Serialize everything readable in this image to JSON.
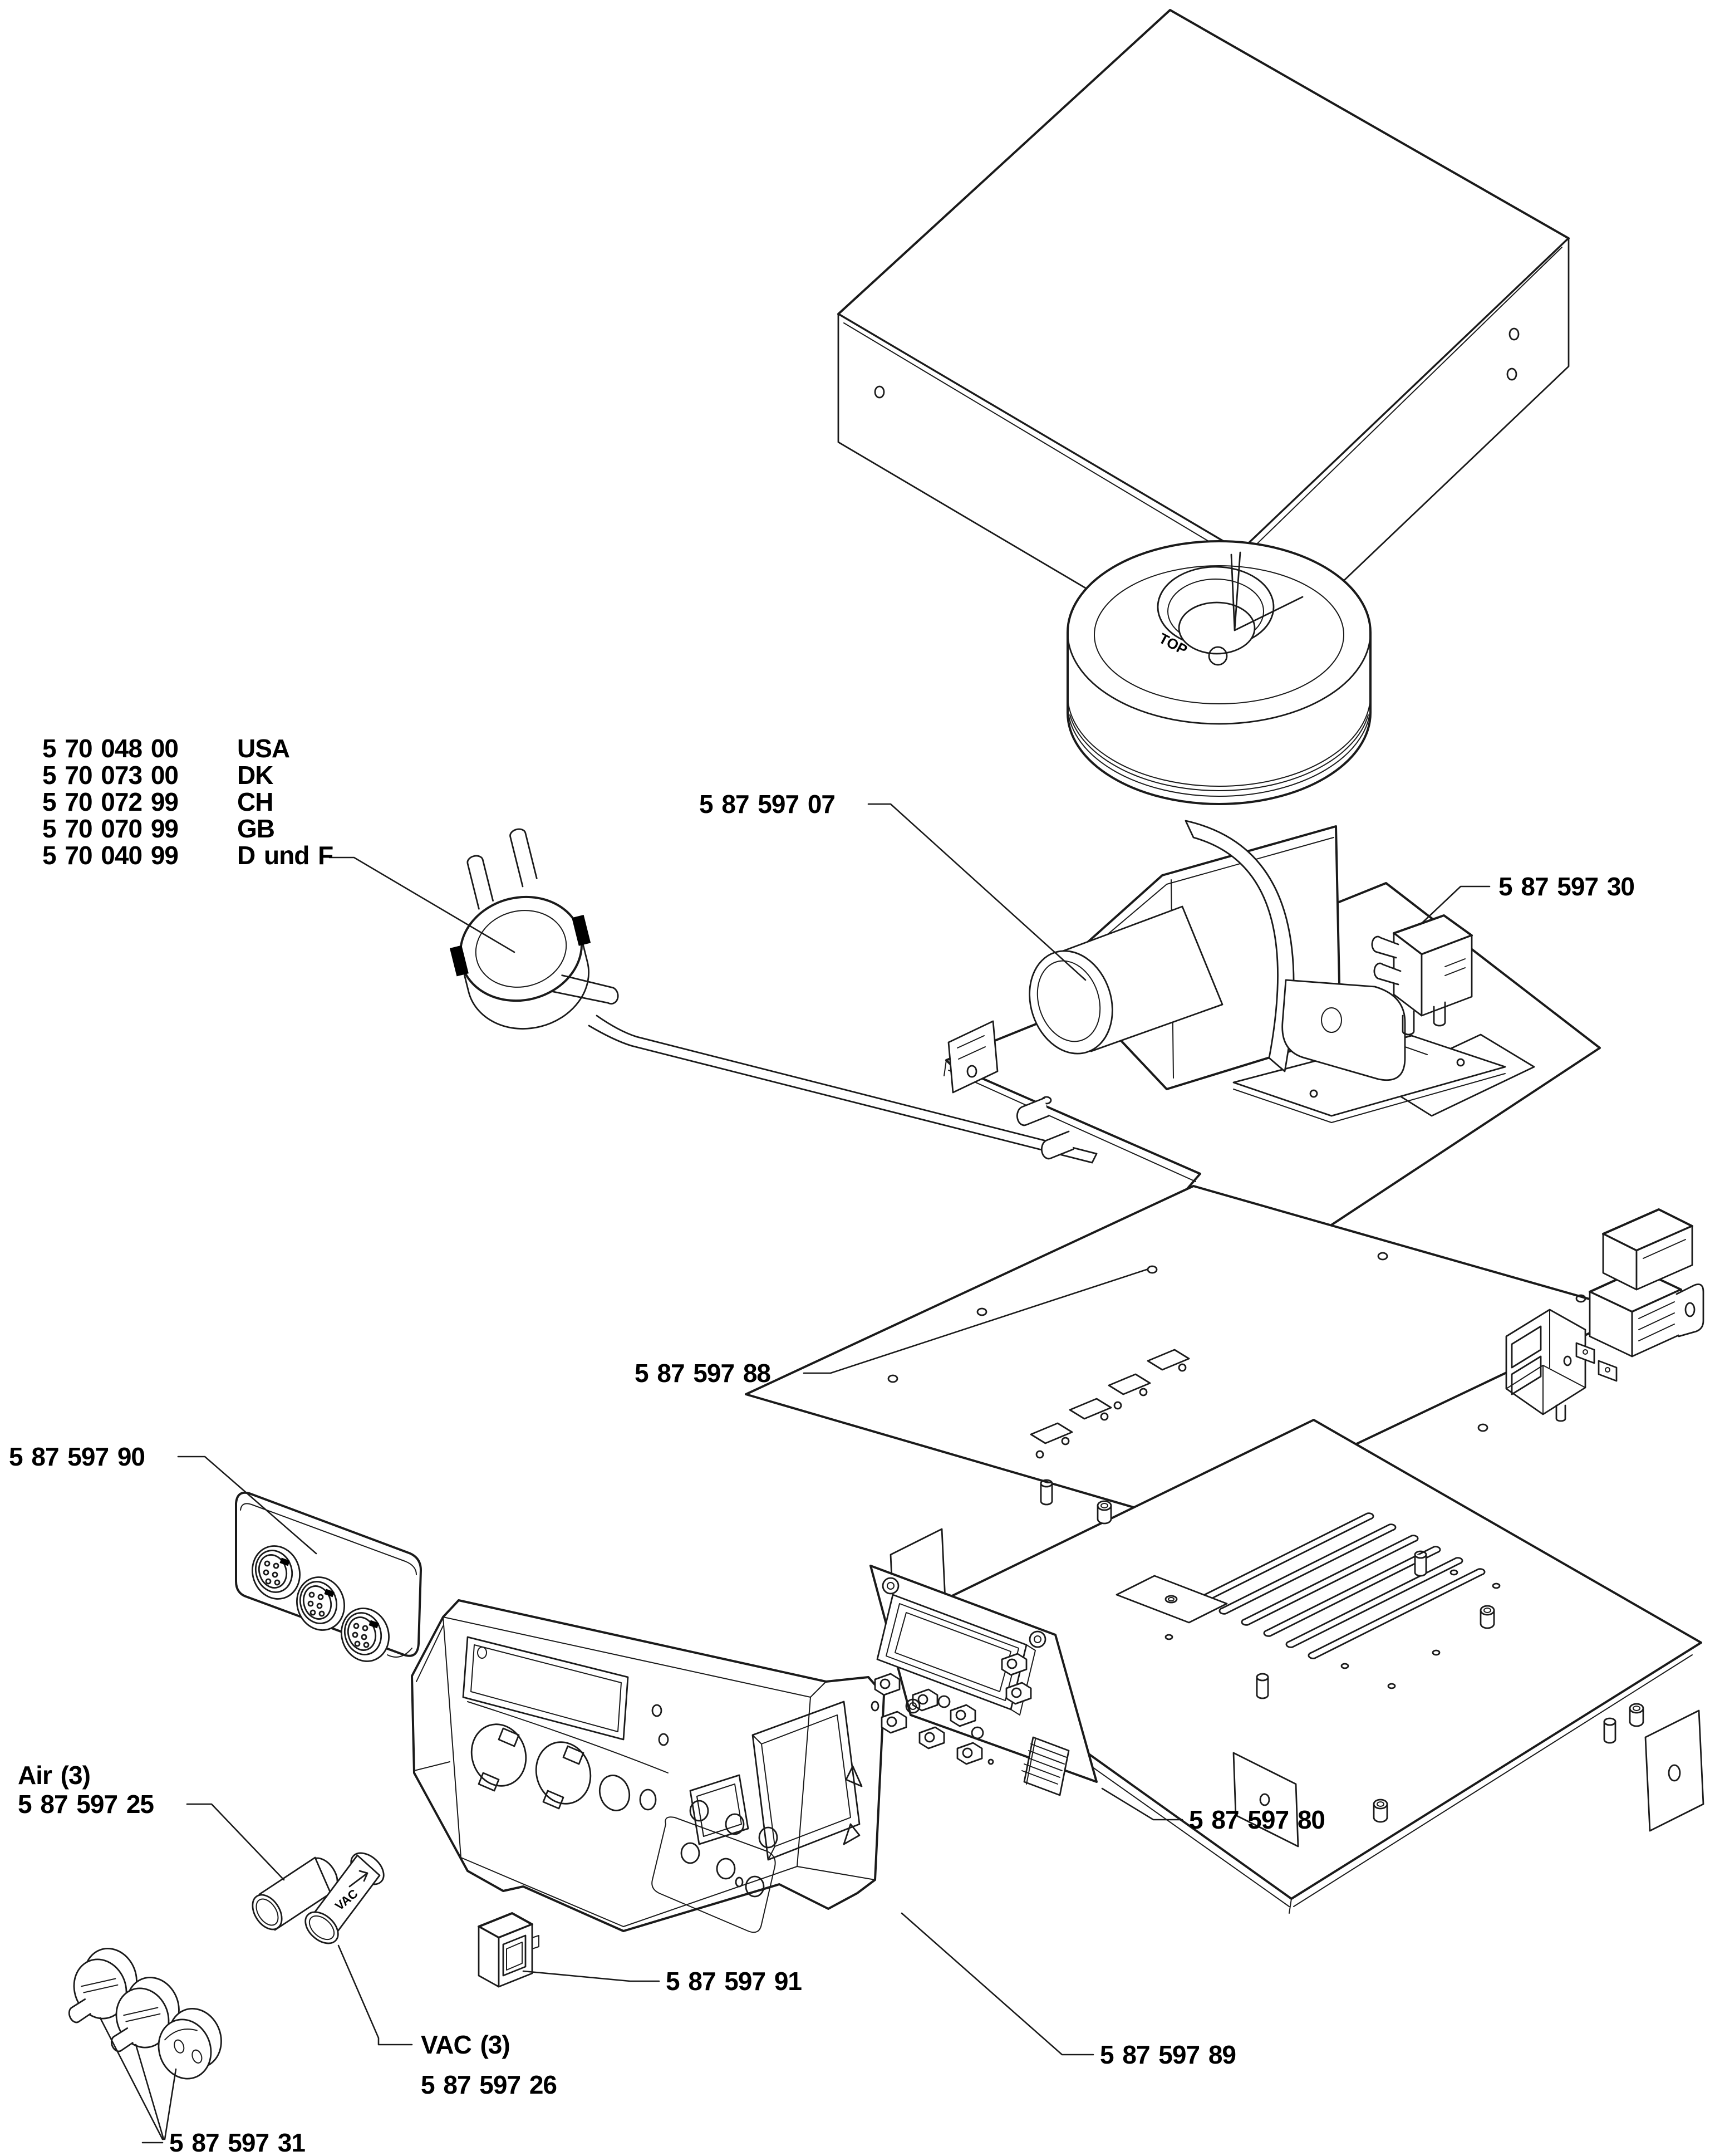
{
  "diagram_type": "exploded-parts-drawing",
  "callouts": {
    "pump": "5 87 597 07",
    "valve": "5 87 597 30",
    "main_pcb": "5 87 597 88",
    "connector_module": "5 87 597 90",
    "display_pcb": "5 87 597 80",
    "power_switch": "5 87 597 91",
    "front_panel": "5 87 597 89",
    "air_sleeves_qty": "Air (3)",
    "air_sleeves": "5 87 597 25",
    "vac_sleeves_qty": "VAC (3)",
    "vac_sleeves": "5 87 597 26",
    "filter_fittings": "5 87 597 31"
  },
  "power_cord_variants": [
    {
      "part_number": "5 70 048 00",
      "region": "USA"
    },
    {
      "part_number": "5 70 073 00",
      "region": "DK"
    },
    {
      "part_number": "5 70 072 99",
      "region": "CH"
    },
    {
      "part_number": "5 70 070 99",
      "region": "GB"
    },
    {
      "part_number": "5 70 040 99",
      "region": "D und F"
    }
  ],
  "part_markings": {
    "transformer_top": "TOP",
    "vac_sleeve": "VAC"
  },
  "colors": {
    "line": "#1a1a1a",
    "background": "#ffffff"
  }
}
